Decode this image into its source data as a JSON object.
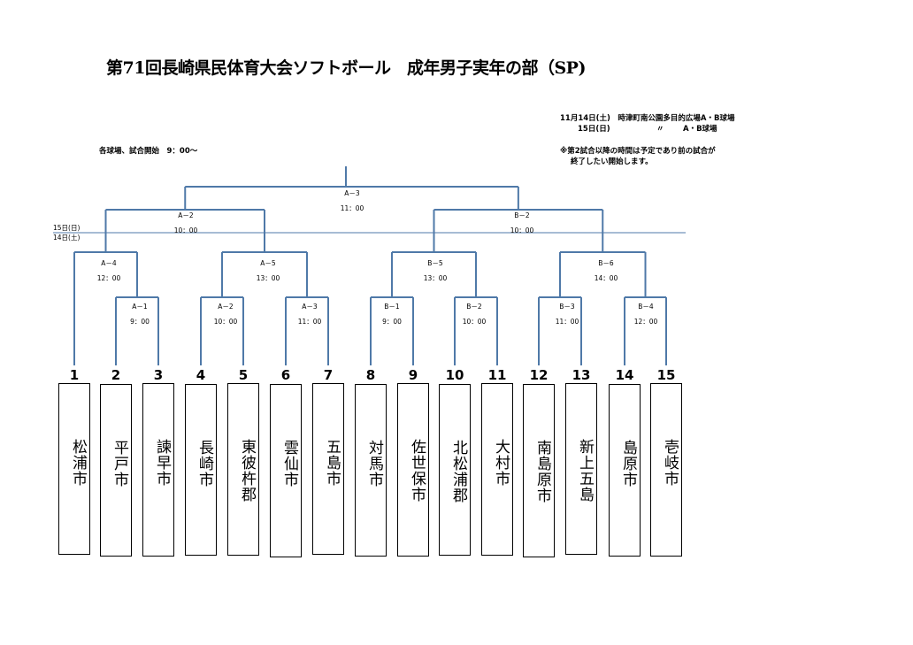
{
  "title": "第71回長崎県民体育大会ソフトボール　成年男子実年の部（SP)",
  "schedule": {
    "line1": "11月14日(土)　時津町南公園多目的広場A・B球場",
    "line2_date": "15日(日)",
    "line2_ditto": "〃",
    "line2_venue": "A・B球場"
  },
  "start_note": "各球場、試合開始　9：00～",
  "note": {
    "line1": "※第2試合以降の時間は予定であり前の試合が",
    "line2": "終了したい開始します。"
  },
  "day_labels": {
    "day2": "15日(日)",
    "day1": "14日(土)"
  },
  "colors": {
    "line": "#4f79a8",
    "text": "#000000"
  },
  "matches": [
    {
      "code": "A－3",
      "time": "11：00"
    },
    {
      "code": "A－2",
      "time": "10：00"
    },
    {
      "code": "B－2",
      "time": "10：00"
    },
    {
      "code": "A－4",
      "time": "12：00"
    },
    {
      "code": "A－5",
      "time": "13：00"
    },
    {
      "code": "B－5",
      "time": "13：00"
    },
    {
      "code": "B－6",
      "time": "14：00"
    },
    {
      "code": "A－1",
      "time": "9：00"
    },
    {
      "code": "A－2",
      "time": "10：00"
    },
    {
      "code": "A－3",
      "time": "11：00"
    },
    {
      "code": "B－1",
      "time": "9：00"
    },
    {
      "code": "B－2",
      "time": "10：00"
    },
    {
      "code": "B－3",
      "time": "11：00"
    },
    {
      "code": "B－4",
      "time": "12：00"
    }
  ],
  "teams": [
    {
      "num": "1",
      "name": "松浦市"
    },
    {
      "num": "2",
      "name": "平戸市"
    },
    {
      "num": "3",
      "name": "諫早市"
    },
    {
      "num": "4",
      "name": "長崎市"
    },
    {
      "num": "5",
      "name": "東彼杵郡"
    },
    {
      "num": "6",
      "name": "雲仙市"
    },
    {
      "num": "7",
      "name": "五島市"
    },
    {
      "num": "8",
      "name": "対馬市"
    },
    {
      "num": "9",
      "name": "佐世保市"
    },
    {
      "num": "10",
      "name": "北松浦郡"
    },
    {
      "num": "11",
      "name": "大村市"
    },
    {
      "num": "12",
      "name": "南島原市"
    },
    {
      "num": "13",
      "name": "新上五島"
    },
    {
      "num": "14",
      "name": "島原市"
    },
    {
      "num": "15",
      "name": "壱岐市"
    }
  ]
}
